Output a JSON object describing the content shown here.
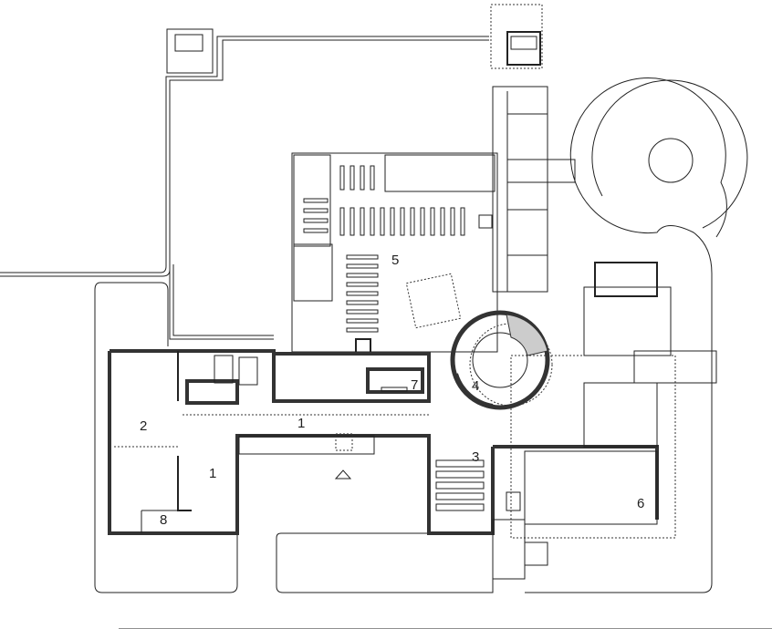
{
  "plan": {
    "labels": {
      "circulation_a": "1",
      "circulation_b": "1",
      "room_2": "2",
      "room_3": "3",
      "room_4": "4",
      "room_5": "5",
      "room_6": "6",
      "room_7": "7",
      "room_8": "8"
    },
    "entrance_marker": "triangle"
  }
}
